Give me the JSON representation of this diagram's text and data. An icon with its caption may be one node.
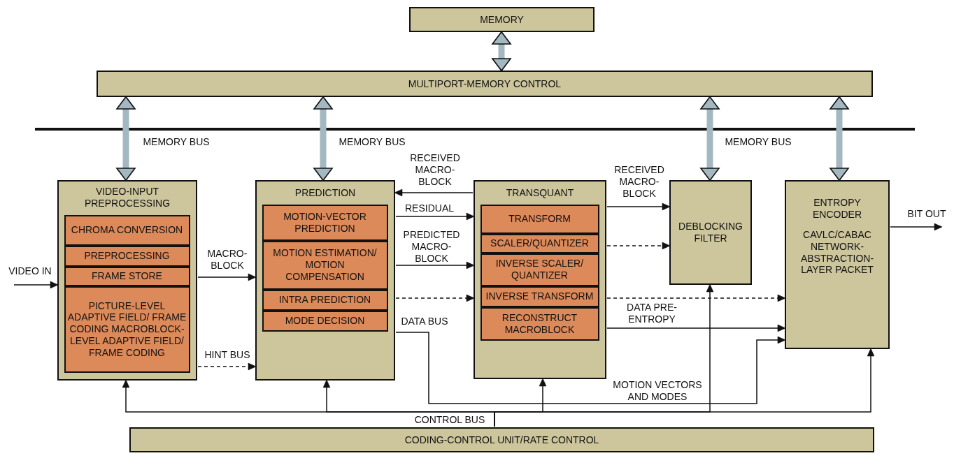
{
  "diagram": {
    "nodes": [
      {
        "text": [
          "MEMORY"
        ]
      },
      {
        "text": [
          "MULTIPORT-MEMORY CONTROL"
        ]
      },
      {
        "text": [
          "VIDEO-INPUT PREPROCESSING"
        ]
      },
      {
        "text": [
          "CHROMA CONVERSION"
        ],
        "in": 2
      },
      {
        "text": [
          "PREPROCESSING"
        ],
        "in": 2
      },
      {
        "text": [
          "FRAME STORE"
        ],
        "in": 2
      },
      {
        "text": [
          "PICTURE-LEVEL ADAPTIVE FIELD/ FRAME CODING MACROBLOCK-LEVEL ADAPTIVE FIELD/ FRAME CODING"
        ],
        "in": 2
      },
      {
        "text": [
          "PREDICTION"
        ]
      },
      {
        "text": [
          "MOTION-VECTOR PREDICTION"
        ],
        "in": 7
      },
      {
        "text": [
          "MOTION ESTIMATION/ MOTION COMPENSATION"
        ],
        "in": 7
      },
      {
        "text": [
          "INTRA PREDICTION"
        ],
        "in": 7
      },
      {
        "text": [
          "MODE DECISION"
        ],
        "in": 7
      },
      {
        "text": [
          "TRANSQUANT"
        ]
      },
      {
        "text": [
          "TRANSFORM"
        ],
        "in": 12
      },
      {
        "text": [
          "SCALER/QUANTIZER"
        ],
        "in": 12
      },
      {
        "text": [
          "INVERSE SCALER/ QUANTIZER"
        ],
        "in": 12
      },
      {
        "text": [
          "INVERSE TRANSFORM"
        ],
        "in": 12
      },
      {
        "text": [
          "RECONSTRUCT MACROBLOCK"
        ],
        "in": 12
      },
      {
        "text": [
          "DEBLOCKING FILTER"
        ]
      },
      {
        "text": [
          "ENTROPY ENCODER",
          "CAVLC/CABAC NETWORK-ABSTRACTION-LAYER PACKET"
        ]
      },
      {
        "text": [
          "CODING-CONTROL UNIT/RATE CONTROL"
        ]
      }
    ],
    "edges": [
      {
        "from": 0,
        "to": 1,
        "arrow": "both",
        "style": "thick",
        "color": "#a3b8c0"
      },
      {
        "from": 1,
        "to": 2,
        "arrow": "both",
        "label": "MEMORY BUS",
        "style": "thick",
        "color": "#a3b8c0"
      },
      {
        "from": 1,
        "to": 7,
        "arrow": "both",
        "label": "MEMORY BUS",
        "style": "thick",
        "color": "#a3b8c0"
      },
      {
        "from": 1,
        "to": 18,
        "arrow": "both",
        "label": "MEMORY BUS",
        "style": "thick",
        "color": "#a3b8c0"
      },
      {
        "from": 1,
        "to": 19,
        "arrow": "both",
        "style": "thick",
        "color": "#a3b8c0"
      },
      {
        "from": null,
        "to": 2,
        "arrow": "to",
        "label": "VIDEO IN"
      },
      {
        "from": 2,
        "to": 7,
        "arrow": "to",
        "label": "MACRO-BLOCK"
      },
      {
        "from": 2,
        "to": 7,
        "arrow": "to",
        "label": "HINT BUS",
        "style": "dashed"
      },
      {
        "from": 12,
        "to": 7,
        "arrow": "to",
        "label": "RECEIVED MACRO-BLOCK"
      },
      {
        "from": 7,
        "to": 12,
        "arrow": "to",
        "label": "RESIDUAL"
      },
      {
        "from": 7,
        "to": 12,
        "arrow": "to",
        "label": "PREDICTED MACRO-BLOCK"
      },
      {
        "from": 7,
        "to": 12,
        "arrow": "to",
        "style": "dashed"
      },
      {
        "from": 7,
        "to": 19,
        "arrow": "to",
        "label": "DATA BUS"
      },
      {
        "from": 12,
        "to": 18,
        "arrow": "to",
        "label": "RECEIVED MACRO-BLOCK"
      },
      {
        "from": 12,
        "to": 18,
        "arrow": "to",
        "style": "dashed"
      },
      {
        "from": 12,
        "to": 19,
        "arrow": "to",
        "style": "dashed"
      },
      {
        "from": 12,
        "to": 19,
        "arrow": "to",
        "label": "DATA PRE-ENTROPY"
      },
      {
        "from": 19,
        "to": null,
        "arrow": "to",
        "label": "BIT OUT"
      },
      {
        "from": 20,
        "to": 2,
        "arrow": "to",
        "label": "CONTROL BUS"
      },
      {
        "from": 20,
        "to": 7,
        "arrow": "to"
      },
      {
        "from": 20,
        "to": 12,
        "arrow": "to"
      },
      {
        "from": 20,
        "to": 18,
        "arrow": "to"
      },
      {
        "from": 20,
        "to": 19,
        "arrow": "to"
      }
    ],
    "labels": [
      "MOTION VECTORS AND MODES"
    ]
  }
}
